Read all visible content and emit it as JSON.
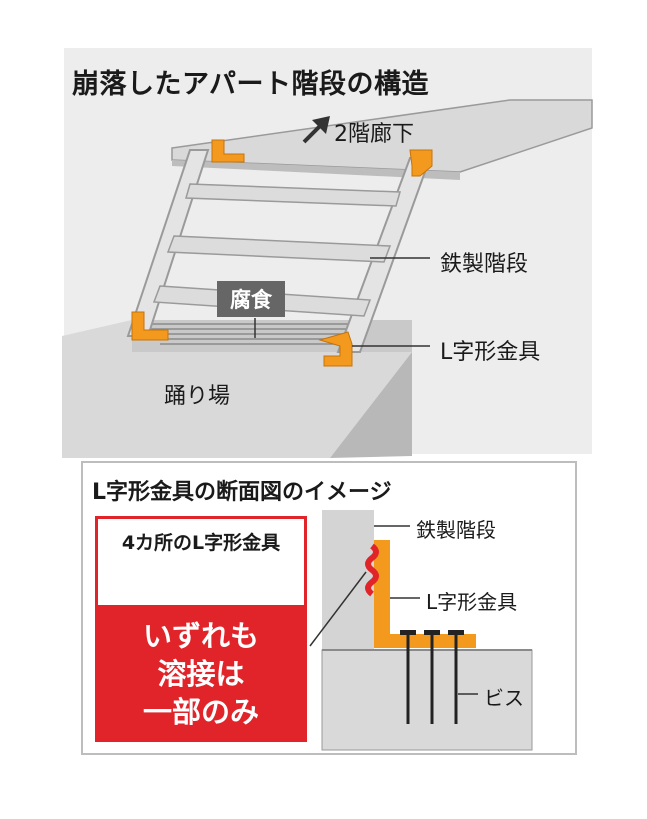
{
  "title": "崩落したアパート階段の構造",
  "labels": {
    "corridor": "2階廊下",
    "stairs": "鉄製階段",
    "bracket": "L字形金具",
    "corrosion": "腐食",
    "landing": "踊り場"
  },
  "panel": {
    "title": "L字形金具の断面図のイメージ",
    "box_title": "4カ所のL字形金具",
    "callout_lines": [
      "いずれも",
      "溶接は",
      "一部のみ"
    ],
    "stairs": "鉄製階段",
    "bracket": "L字形金具",
    "screw": "ビス"
  },
  "colors": {
    "bracket_orange": "#f39a1e",
    "callout_red": "#e0242a",
    "structure_gray": "#d4d4d4",
    "tag_gray": "#666666"
  }
}
